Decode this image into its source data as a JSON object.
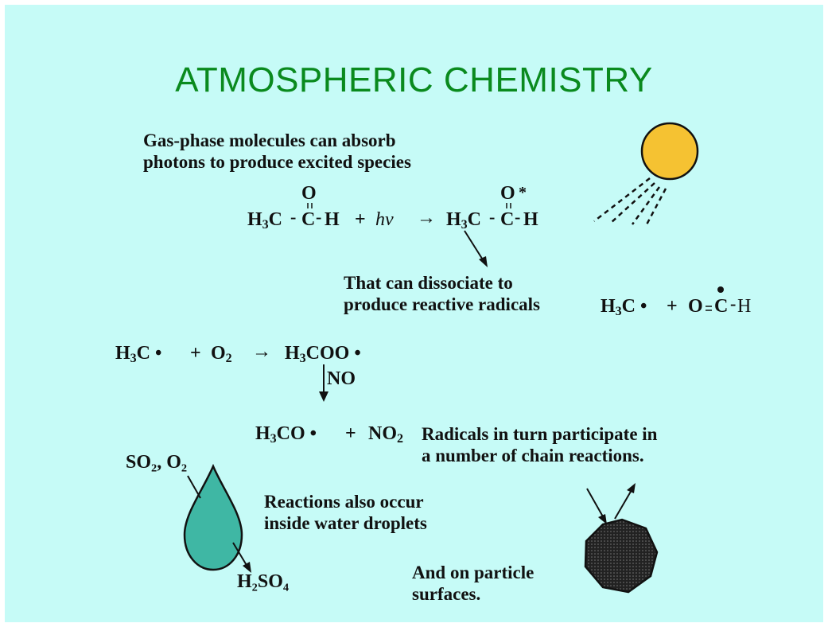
{
  "slide": {
    "title": "ATMOSPHERIC CHEMISTRY",
    "background": "#c6fbf7",
    "title_color": "#0a8a1e"
  },
  "photolysis": {
    "caption_line1": "Gas-phase molecules can absorb",
    "caption_line2": "photons to produce excited species",
    "reactant_left": "C",
    "reactant_right": "H",
    "oxygen": "O",
    "plus": "+",
    "photon": "hν",
    "arrow": "→",
    "excited_mark": "*"
  },
  "dissociation": {
    "caption_line1": "That can dissociate to",
    "caption_line2": "produce reactive radicals"
  },
  "chain": {
    "caption_line1": "Radicals in turn participate in",
    "caption_line2": "a number of chain reactions.",
    "catalyst": "NO",
    "plus": "+"
  },
  "aqueous": {
    "caption_line1": "Reactions also occur",
    "caption_line2": "inside water droplets",
    "input_label": "SO₂, O₂",
    "product_label": "H₂SO₄"
  },
  "surface": {
    "caption_line1": "And on particle",
    "caption_line2": "surfaces."
  },
  "colors": {
    "sun": "#f5c232",
    "droplet": "#3fb7a4",
    "particle": "#222222"
  }
}
